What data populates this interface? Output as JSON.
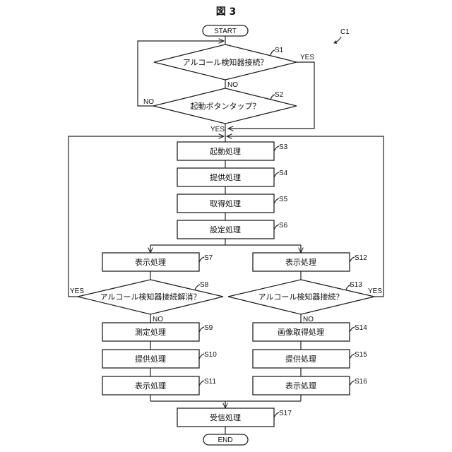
{
  "figure": {
    "title": "図 3",
    "reference": "C1"
  },
  "terminals": {
    "start": "START",
    "end": "END"
  },
  "branch_labels": {
    "yes": "YES",
    "no": "NO"
  },
  "steps": {
    "s1": {
      "id": "S1",
      "text": "アルコール検知器接続？"
    },
    "s2": {
      "id": "S2",
      "text": "起動ボタンタップ？"
    },
    "s3": {
      "id": "S3",
      "text": "起動処理"
    },
    "s4": {
      "id": "S4",
      "text": "提供処理"
    },
    "s5": {
      "id": "S5",
      "text": "取得処理"
    },
    "s6": {
      "id": "S6",
      "text": "設定処理"
    },
    "s7": {
      "id": "S7",
      "text": "表示処理"
    },
    "s8": {
      "id": "S8",
      "text": "アルコール検知器接続解消？"
    },
    "s9": {
      "id": "S9",
      "text": "測定処理"
    },
    "s10": {
      "id": "S10",
      "text": "提供処理"
    },
    "s11": {
      "id": "S11",
      "text": "表示処理"
    },
    "s12": {
      "id": "S12",
      "text": "表示処理"
    },
    "s13": {
      "id": "S13",
      "text": "アルコール検知器接続？"
    },
    "s14": {
      "id": "S14",
      "text": "画像取得処理"
    },
    "s15": {
      "id": "S15",
      "text": "提供処理"
    },
    "s16": {
      "id": "S16",
      "text": "表示処理"
    },
    "s17": {
      "id": "S17",
      "text": "受信処理"
    }
  }
}
